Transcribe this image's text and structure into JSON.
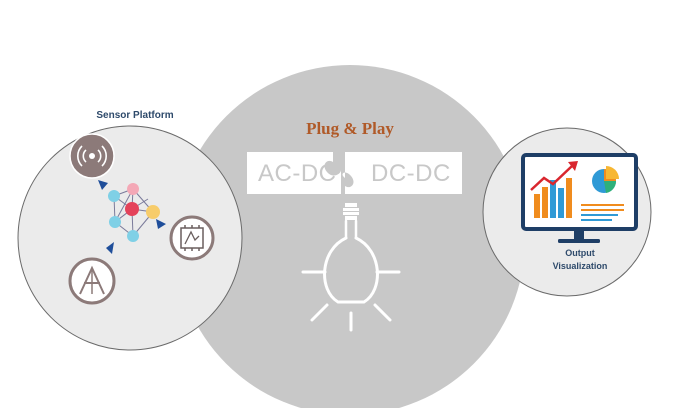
{
  "sensor_platform": {
    "title": "Sensor Platform"
  },
  "plug_and_play": {
    "title": "Plug & Play",
    "left_piece": "AC-DC",
    "right_piece": "DC-DC"
  },
  "output": {
    "title_line1": "Output",
    "title_line2": "Visualization"
  },
  "colors": {
    "center_circle": "#c8c8c8",
    "side_circle": "#ebebeb",
    "title_blue": "#2e4a6b",
    "plug_orange": "#b05a28",
    "arrow_blue": "#1f4e9a",
    "node_blue": "#7fd0e6",
    "node_red": "#e4425a",
    "node_pink": "#f4a8b6",
    "node_yellow": "#f7cc6a",
    "monitor_navy": "#1e3e66",
    "bar_orange": "#f08c1e",
    "bar_blue": "#2f9ad6",
    "trend_red": "#d9262e"
  },
  "icons": [
    "radio-signal-icon",
    "antenna-icon",
    "chip-icon",
    "neural-network-icon",
    "lightbulb-icon",
    "monitor-chart-icon",
    "pie-chart-icon"
  ]
}
